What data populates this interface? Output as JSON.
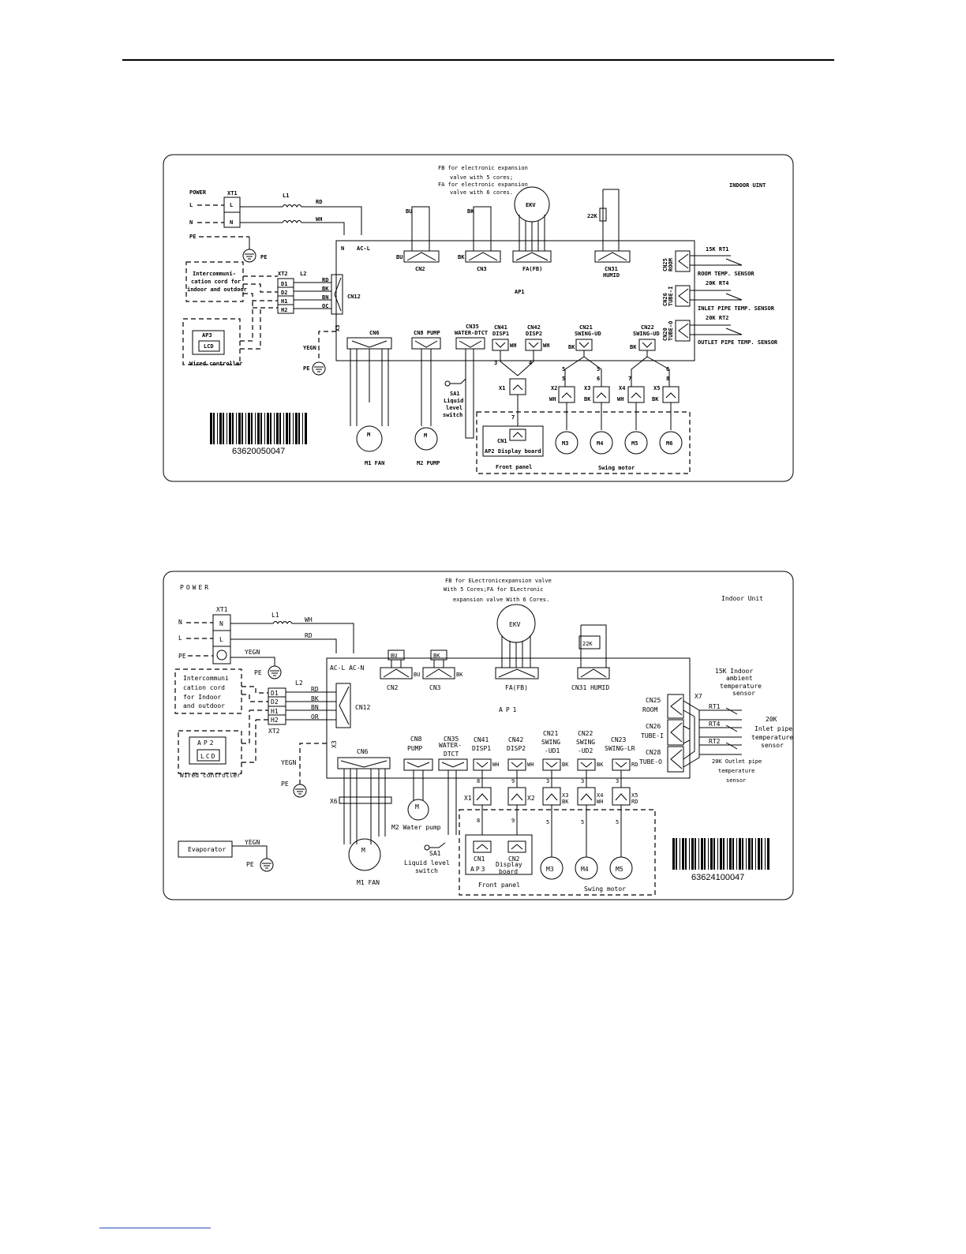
{
  "diagram1": {
    "note": [
      "FB for electronic expansion",
      "valve with 5 cores;",
      "FA for electronic expansion",
      "valve with 6 cores."
    ],
    "unit_label": "INDOOR UINT",
    "power": "POWER",
    "xt1": "XT1",
    "l": "L",
    "n": "N",
    "pe": "PE",
    "l1": "L1",
    "l2": "L2",
    "rd": "RD",
    "wh": "WH",
    "bu": "BU",
    "bk": "BK",
    "bn": "BN",
    "oc": "OC",
    "ekv": "EKV",
    "r22k": "22K",
    "xt2": "XT2",
    "d1": "D1",
    "d2": "D2",
    "h1": "H1",
    "h2": "H2",
    "intercomm": [
      "Intercommuni-",
      "cation cord for",
      "indoor and outdoor"
    ],
    "ap3": "AP3",
    "lcd": "LCD",
    "wired_controller": "Wired controller",
    "yegn": "YEGN",
    "x3": "X3",
    "acl": "AC-L",
    "cn12": "CN12",
    "cn2": "CN2",
    "cn3": "CN3",
    "fafb": "FA(FB)",
    "cn31": [
      "CN31",
      "HUMID"
    ],
    "ap1": "AP1",
    "cn6": "CN6",
    "cn8": "CN8 PUMP",
    "cn35": [
      "CN35",
      "WATER-DTCT"
    ],
    "cn41": [
      "CN41",
      "DISP1"
    ],
    "cn42": [
      "CN42",
      "DISP2"
    ],
    "cn21": [
      "CN21",
      "SWING-UD"
    ],
    "cn22": [
      "CN22",
      "SWING-UD"
    ],
    "cn25": [
      "CN25",
      "ROOM"
    ],
    "cn26": [
      "CN26",
      "TUBE-I"
    ],
    "cn20": [
      "CN20",
      "TUBE-O"
    ],
    "rt1": "15K RT1",
    "rt4": "20K RT4",
    "rt2": "20K RT2",
    "room_sensor": "ROOM TEMP. SENSOR",
    "inlet_sensor": "INLET PIPE TEMP. SENSOR",
    "outlet_sensor": "OUTLET PIPE TEMP. SENSOR",
    "sa1": [
      "SA1",
      "Liquid",
      "level",
      "switch"
    ],
    "x1": "X1",
    "x2": "X2",
    "x3b": "X3",
    "x4": "X4",
    "x5": "X5",
    "cn1": "CN1",
    "ap2": "AP2 Display board",
    "front_panel": "Front panel",
    "swing_motor": "Swing motor",
    "m": "M",
    "m1": "M1 FAN",
    "m2": "M2 PUMP",
    "m3": "M3",
    "m4": "M4",
    "m5": "M5",
    "m6": "M6",
    "barcode": "63620050047",
    "pins": [
      "3",
      "4",
      "5",
      "5",
      "6",
      "7",
      "6",
      "8",
      "5",
      "6",
      "7"
    ]
  },
  "diagram2": {
    "note": [
      "FB for ELectronicexpansion valve",
      "With 5 Cores;FA for ELectronic",
      "expansion valve With 6 Cores."
    ],
    "unit_label": "Indoor Unit",
    "power": "POWER",
    "xt1": "XT1",
    "n": "N",
    "l": "L",
    "pe": "PE",
    "l1": "L1",
    "l2": "L2",
    "wh": "WH",
    "rd": "RD",
    "yegn": "YEGN",
    "bu": "BU",
    "bk": "BK",
    "bn": "BN",
    "or": "OR",
    "ekv": "EKV",
    "r22k": "22K",
    "acl_acn": "AC-L AC-N",
    "intercomm": [
      "Intercommuni",
      "cation  cord",
      "for  Indoor",
      "and outdoor"
    ],
    "d1": "D1",
    "d2": "D2",
    "h1": "H1",
    "h2": "H2",
    "xt2": "XT2",
    "cn12": "CN12",
    "ap2": "AP2",
    "lcd": "LCD",
    "wired_controller": "Wired controller",
    "x3": "X3",
    "cn2": "CN2",
    "cn3": "CN3",
    "fafb": "FA(FB)",
    "cn31": "CN31 HUMID",
    "ap1": "AP1",
    "cn25": [
      "CN25",
      "ROOM"
    ],
    "cn26": [
      "CN26",
      "TUBE-I"
    ],
    "cn28": [
      "CN28",
      "TUBE-O"
    ],
    "x7": "X7",
    "rt1": "RT1",
    "rt4": "RT4",
    "rt2": "RT2",
    "indoor_sensor": [
      "15K Indoor",
      "ambient",
      "temperature",
      "sensor"
    ],
    "inlet_sensor": [
      "20K",
      "Inlet pipe",
      "temperature",
      "sensor"
    ],
    "outlet_sensor": [
      "20K Outlet pipe",
      "temperature",
      "sensor"
    ],
    "cn6": "CN6",
    "cn8": [
      "CN8",
      "PUMP"
    ],
    "cn35": [
      "CN35",
      "WATER-",
      "DTCT"
    ],
    "cn41": [
      "CN41",
      "DISP1"
    ],
    "cn42": [
      "CN42",
      "DISP2"
    ],
    "cn21": [
      "CN21",
      "SWING",
      "-UD1"
    ],
    "cn22": [
      "CN22",
      "SWING",
      "-UD2"
    ],
    "cn23": [
      "CN23",
      "SWING-LR"
    ],
    "x6": "X6",
    "x1": "X1",
    "x2": "X2",
    "x3b": "X3",
    "x4": "X4",
    "x5": "X5",
    "m": "M",
    "m2": "M2 Water pump",
    "sa1": [
      "SA1",
      "Liquid level",
      "switch"
    ],
    "evaporator": "Evaporator",
    "m1": "M1 FAN",
    "cn1": "CN1",
    "cn2b": "CN2",
    "ap3": "AP3",
    "display_board": [
      "Display",
      "board"
    ],
    "front_panel": "Front panel",
    "swing_motor": "Swing motor",
    "m3": "M3",
    "m4": "M4",
    "m5": "M5",
    "barcode": "63624100047",
    "pins": [
      "8",
      "9",
      "3",
      "3",
      "3",
      "8",
      "9",
      "5",
      "5",
      "5"
    ]
  },
  "colors": {
    "ink": "#000000",
    "paper": "#ffffff",
    "footer_link": "#1f3fbf"
  }
}
